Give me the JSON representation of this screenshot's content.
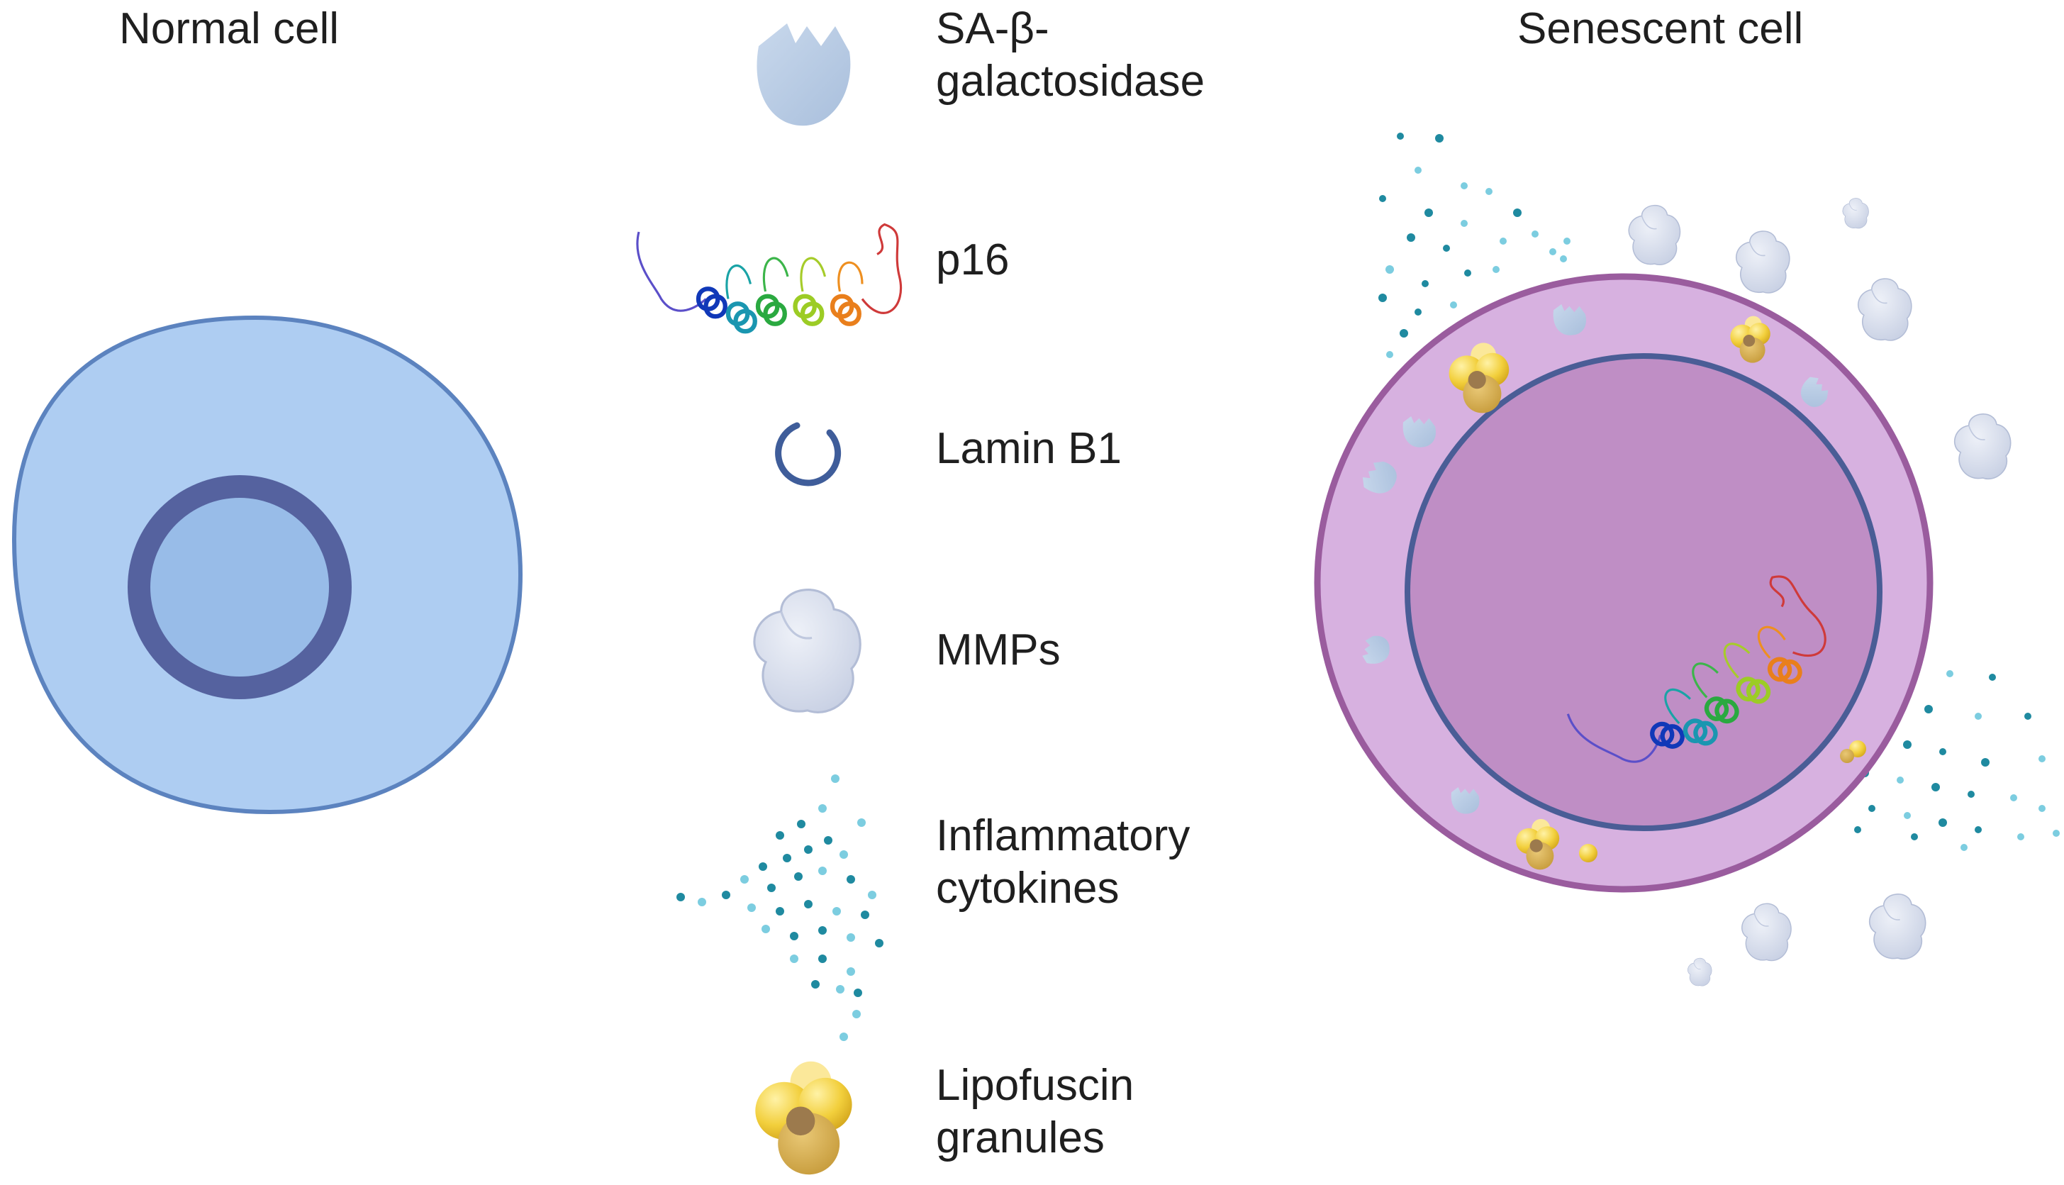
{
  "titles": {
    "normal": "Normal cell",
    "senescent": "Senescent cell"
  },
  "legend": {
    "sa_beta_gal": "SA-β-\ngalactosidase",
    "p16": "p16",
    "lamin_b1": "Lamin B1",
    "mmps": "MMPs",
    "cytokines": "Inflammatory\ncytokines",
    "lipofuscin": "Lipofuscin\ngranules"
  },
  "icons": {
    "sa_beta_gal": "enzyme-icon",
    "p16": "protein-ribbon-icon",
    "lamin_b1": "broken-ring-icon",
    "mmps": "mmp-blob-icon",
    "cytokines": "dots-spray-icon",
    "lipofuscin": "granule-cluster-icon"
  },
  "colors": {
    "normal_cytoplasm": "#aecdf2",
    "normal_outline": "#5c83bf",
    "normal_nucleus": "#98bce8",
    "normal_nuclear_ring": "#55629f",
    "senescent_cytoplasm": "#d7b1e0",
    "senescent_outline": "#9a5c9e",
    "senescent_nucleus": "#bf8ec5",
    "nuclear_envelope": "#4a5d96",
    "enzyme": "#b9cde4",
    "mmp": "#d7dded",
    "cytokine_dark": "#1f8aa0",
    "cytokine_light": "#7ccde0",
    "lipofuscin": "#f0cf3e"
  }
}
